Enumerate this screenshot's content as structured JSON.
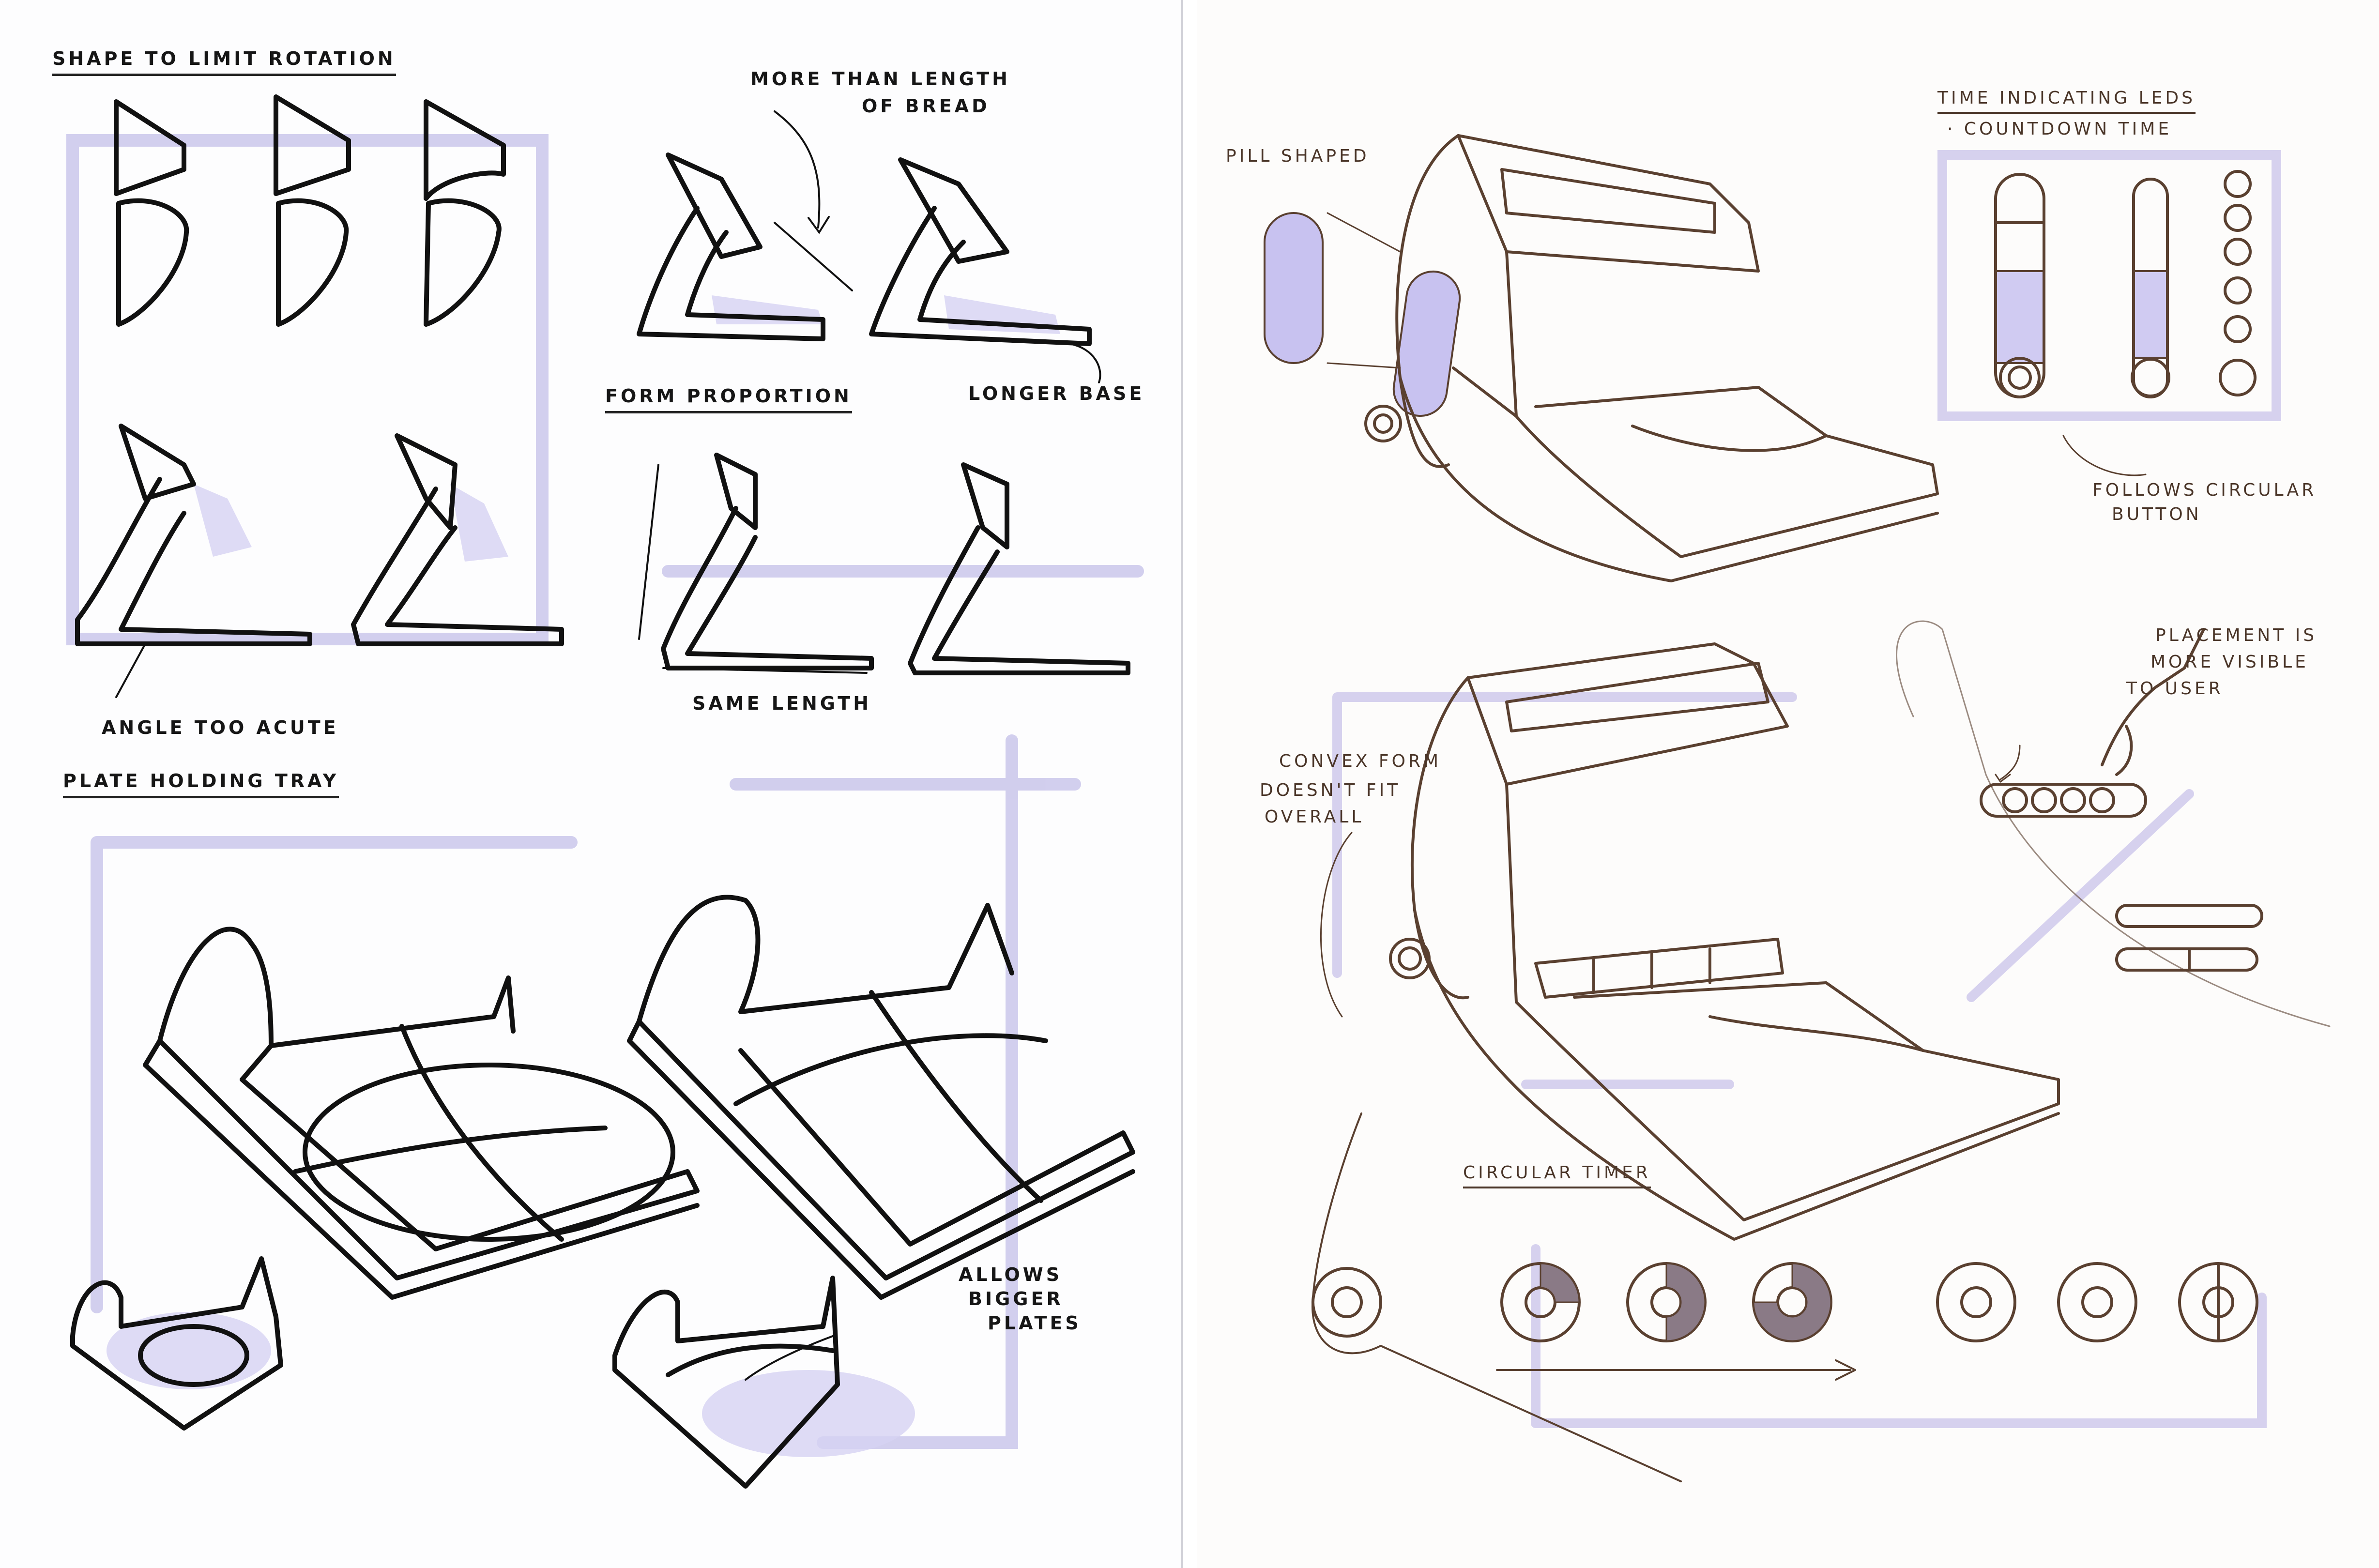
{
  "left_page": {
    "shape_to_limit_rotation": "Shape to limit rotation",
    "more_than_length_line1": "More than length",
    "more_than_length_line2": "of bread",
    "longer_base": "Longer base",
    "form_proportion": "Form proportion",
    "angle_too_acute": "Angle too acute",
    "same_length": "Same length",
    "plate_holding_tray": "Plate holding tray",
    "allows_line1": "Allows",
    "allows_line2": "bigger",
    "allows_line3": "plates"
  },
  "right_page": {
    "pill_shaped": "Pill shaped",
    "time_leds_line1": "Time indicating LEDs",
    "time_leds_line2": "· Countdown time",
    "follows_line1": "Follows circular",
    "follows_line2": "button",
    "placement_line1": "Placement is",
    "placement_line2": "more visible",
    "placement_line3": "to user",
    "convex_line1": "Convex form",
    "convex_line2": "doesn't fit",
    "convex_line3": "overall",
    "circular_timer": "Circular timer"
  },
  "colors": {
    "ink": "#111111",
    "pencil": "#5a4030",
    "marker_lavender": "#b9b4e6",
    "fill_lavender": "#c8c2f0"
  }
}
